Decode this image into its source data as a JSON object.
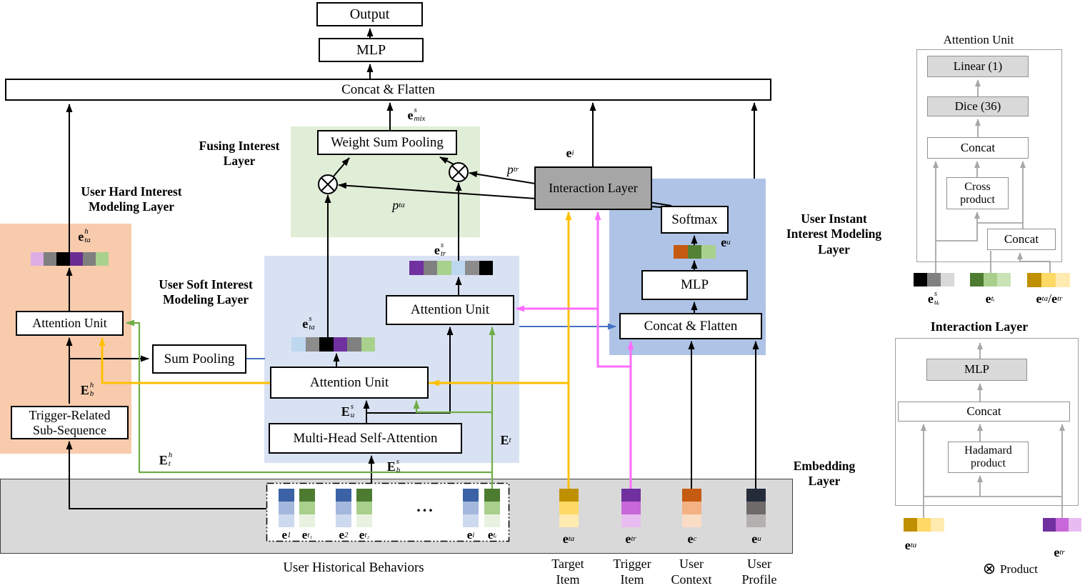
{
  "colors": {
    "line_black": "#000000",
    "line_yellow": "#ffc000",
    "line_pink": "#ff6dff",
    "line_green": "#70ad47",
    "line_blue": "#4472c4",
    "line_gray": "#a6a6a6",
    "region_hard": "#f8cbad",
    "region_soft": "#d9e2f3",
    "region_fusing": "#e0edd7",
    "region_instant": "#aec3e6",
    "region_embedding": "#d9d9d9",
    "interaction_fill": "#a6a6a6",
    "panel_fill": "#d9d9d9"
  },
  "vectors": {
    "hard_e_ta": [
      "#dcaee3",
      "#7f7f7f",
      "#000000",
      "#6a2d91",
      "#7f7f7f",
      "#a9d18e"
    ],
    "soft_e_ta": [
      "#bdd7ee",
      "#8c8c8c",
      "#000000",
      "#7030a0",
      "#808080",
      "#a9d18e"
    ],
    "soft_e_tr": [
      "#7030a0",
      "#808080",
      "#a9d18e",
      "#bdd7ee",
      "#8c8c8c",
      "#000000"
    ],
    "instant_e_u": [
      "#c55a11",
      "#538135",
      "#a9d18e"
    ],
    "target_item": [
      "#bf9000",
      "#ffd966",
      "#ffeab0"
    ],
    "trigger_item": [
      "#7030a0",
      "#c767d9",
      "#e8bcf0"
    ],
    "user_context": [
      "#c55a11",
      "#f4b183",
      "#fbdcc5"
    ],
    "user_profile": [
      "#242c3a",
      "#6e6a6a",
      "#b5b0b0"
    ],
    "hist_behavior": [
      "#3a62a5",
      "#a3b8dc",
      "#cdd9ee"
    ],
    "hist_trigger": [
      "#4d7c31",
      "#a9cf8c",
      "#e9f2e1"
    ],
    "au_behavior": [
      "#000000",
      "#808080",
      "#d9d9d9"
    ],
    "au_trigger": [
      "#4d7c31",
      "#a9cf8c",
      "#c9e3b7"
    ],
    "au_target": [
      "#bf9000",
      "#ffd966",
      "#ffeab0"
    ],
    "il_target": [
      "#bf9000",
      "#ffd966",
      "#ffeab0"
    ],
    "il_trigger": [
      "#7030a0",
      "#c767d9",
      "#e8bcf0"
    ]
  },
  "top": {
    "output": "Output",
    "mlp": "MLP",
    "concat_flatten": "Concat & Flatten"
  },
  "fusing": {
    "title_lines": [
      "Fusing Interest",
      "Layer"
    ],
    "weight_sum_pooling": "Weight Sum Pooling",
    "e_mix": "e^s_mix",
    "p_ta": "p_ta",
    "p_tr": "p_tr"
  },
  "interaction": {
    "label": "Interaction Layer",
    "e_i": "e^i"
  },
  "hard_layer": {
    "title_lines": [
      "User Hard Interest",
      "Modeling Layer"
    ],
    "e_ta": "e^h_ta",
    "attention_unit": "Attention Unit",
    "E_b": "E^h_b",
    "trigger_sub_lines": [
      "Trigger-Related",
      "Sub-Sequence"
    ],
    "E_t": "E^h_t"
  },
  "soft_layer": {
    "title_lines": [
      "User Soft Interest",
      "Modeling Layer"
    ],
    "sum_pooling": "Sum Pooling",
    "attention_unit_ta": "Attention Unit",
    "attention_unit_tr": "Attention Unit",
    "multi_head": "Multi-Head Self-Attention",
    "e_ta": "e^s_ta",
    "e_tr": "e^s_tr",
    "E_u": "E^s_u",
    "E_b": "E^s_b",
    "E_t": "E_t"
  },
  "instant_layer": {
    "title_lines": [
      "User Instant",
      "Interest Modeling",
      "Layer"
    ],
    "softmax": "Softmax",
    "e_u": "e^u",
    "mlp": "MLP",
    "concat_flatten": "Concat & Flatten"
  },
  "embedding_layer": {
    "title_lines": [
      "Embedding",
      "Layer"
    ],
    "historical_label": "User Historical Behaviors",
    "dots": "...",
    "hist_labels": [
      "e_1",
      "e_t₁",
      "e_2",
      "e_t₂",
      "e_i",
      "e_tᵢ"
    ],
    "inputs": [
      {
        "math": "e_ta",
        "label_lines": [
          "Target",
          "Item"
        ]
      },
      {
        "math": "e_tr",
        "label_lines": [
          "Trigger",
          "Item"
        ]
      },
      {
        "math": "e_c",
        "label_lines": [
          "User",
          "Context"
        ]
      },
      {
        "math": "e_u",
        "label_lines": [
          "User",
          "Profile"
        ]
      }
    ]
  },
  "attention_panel": {
    "title": "Attention Unit",
    "linear": "Linear (1)",
    "dice": "Dice (36)",
    "concat_top": "Concat",
    "cross_lines": [
      "Cross",
      "product"
    ],
    "concat_bottom": "Concat",
    "input_behavior": "e^s_uᵢ",
    "input_trigger": "e_tᵢ",
    "input_target": "e_ta/e_tr"
  },
  "interaction_panel": {
    "title": "Interaction Layer",
    "mlp": "MLP",
    "concat": "Concat",
    "hadamard_lines": [
      "Hadamard",
      "product"
    ],
    "e_ta": "e_ta",
    "e_tr": "e_tr",
    "product_symbol": "⊗",
    "product_label": "Product"
  }
}
